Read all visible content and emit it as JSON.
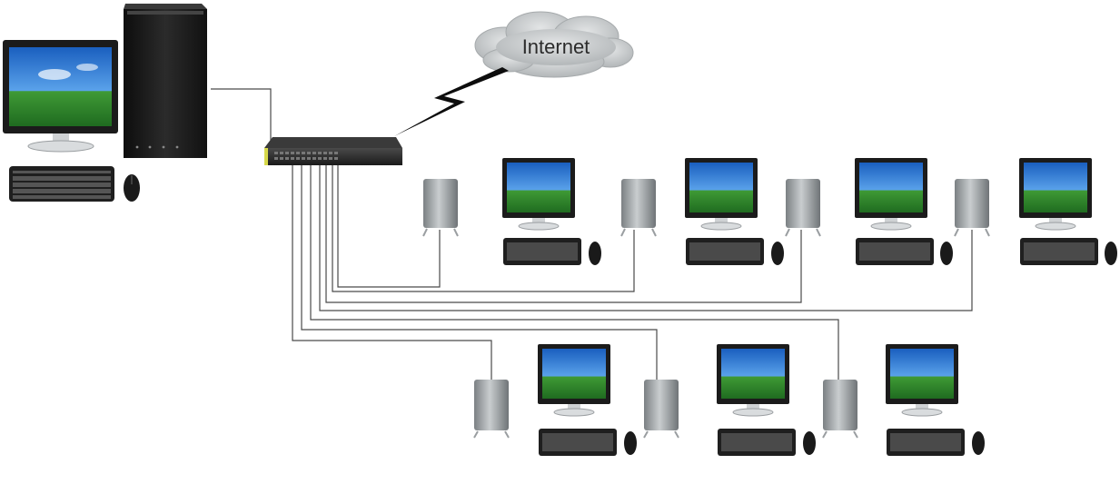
{
  "internet": {
    "label": "Internet"
  },
  "colors": {
    "background": "#ffffff",
    "cloud": "#c6c9cb",
    "switch_body": "#2a2a2a",
    "cable": "#4a4a4a",
    "thin_client": "#9ea3a6",
    "monitor_bezel": "#1b1b1b",
    "screen_sky": "#2f7fd6",
    "screen_grass": "#2f8a2a",
    "link_status": "#d7d94a"
  },
  "diagram": {
    "host": {
      "parts": [
        "tower-pc",
        "monitor",
        "keyboard",
        "mouse"
      ]
    },
    "switch": {
      "icon": "network-switch-icon"
    },
    "wan_link": {
      "icon": "lightning-bolt-icon"
    },
    "thin_clients": {
      "top_row_count": 4,
      "bottom_row_count": 3,
      "parts": [
        "thin-client-box",
        "monitor",
        "keyboard",
        "mouse"
      ]
    }
  }
}
